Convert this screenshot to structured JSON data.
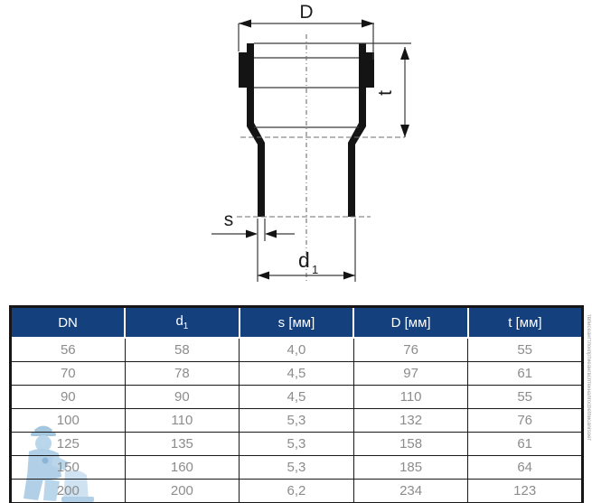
{
  "diagram": {
    "labels": {
      "outer_diameter": "D",
      "socket_depth": "t",
      "wall_thickness": "s",
      "pipe_diameter_base": "d",
      "pipe_diameter_sub": "1"
    }
  },
  "table": {
    "headers": {
      "dn": "DN",
      "d1_base": "d",
      "d1_sub": "1",
      "s": "s [мм]",
      "d": "D [мм]",
      "t": "t [мм]"
    },
    "rows": [
      [
        "56",
        "58",
        "4,0",
        "76",
        "55"
      ],
      [
        "70",
        "78",
        "4,5",
        "97",
        "61"
      ],
      [
        "90",
        "90",
        "4,5",
        "110",
        "55"
      ],
      [
        "100",
        "110",
        "5,3",
        "132",
        "76"
      ],
      [
        "125",
        "135",
        "5,3",
        "158",
        "61"
      ],
      [
        "150",
        "160",
        "5,3",
        "185",
        "64"
      ],
      [
        "200",
        "200",
        "6,2",
        "234",
        "123"
      ]
    ]
  },
  "colors": {
    "header_bg": "#15407e",
    "header_text": "#ffffff",
    "body_text": "#8c8c8c",
    "grid_border": "#161616",
    "drawing_line": "#141414",
    "watermark_blue": "#a9cce7"
  },
  "watermark": {
    "edge_text": "твпйсеангтлокпртйеангвсптекналгосbetпйcanrsoeт"
  }
}
